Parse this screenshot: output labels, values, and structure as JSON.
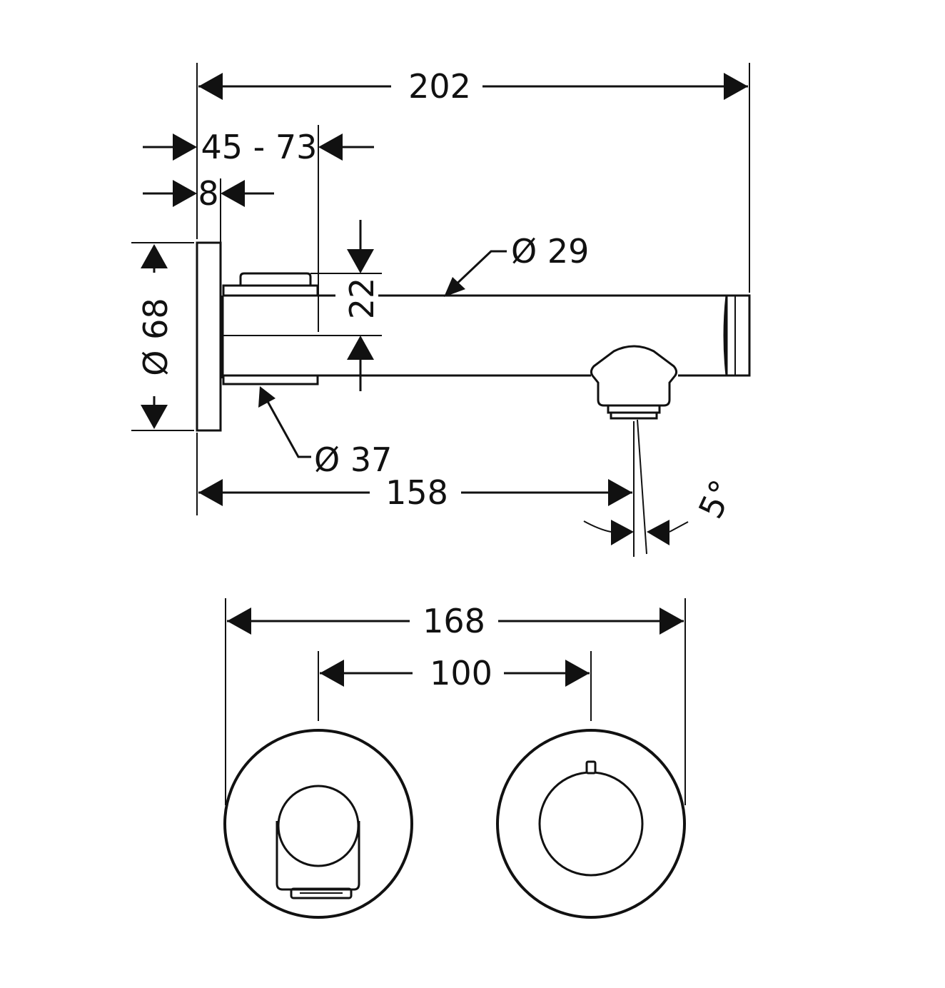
{
  "dimensions": {
    "overall_length": "202",
    "wall_depth": "45 - 73",
    "plate_thickness": "8",
    "plate_diameter": "Ø 68",
    "spout_diameter": "Ø 29",
    "offset": "22",
    "sleeve_diameter": "Ø 37",
    "spout_projection": "158",
    "angle": "5°",
    "plates_width": "168",
    "centers": "100"
  },
  "colors": {
    "line": "#111111",
    "background": "#ffffff"
  }
}
